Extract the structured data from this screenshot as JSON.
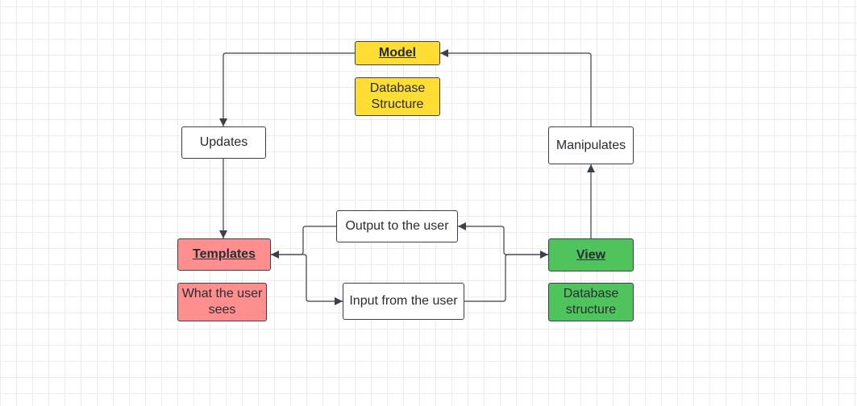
{
  "colors": {
    "model": "#ffdd33",
    "templates": "#ff8f8f",
    "view": "#4fc45c",
    "plain": "#ffffff",
    "line": "#3a414a"
  },
  "nodes": {
    "model": {
      "label": "Model"
    },
    "model_note": {
      "label": "Database Structure"
    },
    "updates": {
      "label": "Updates"
    },
    "manipulates": {
      "label": "Manipulates"
    },
    "templates": {
      "label": "Templates"
    },
    "templates_note": {
      "label": "What the user sees"
    },
    "view": {
      "label": "View"
    },
    "view_note": {
      "label": "Database structure"
    },
    "output": {
      "label": "Output to the user"
    },
    "input": {
      "label": "Input from the user"
    }
  }
}
